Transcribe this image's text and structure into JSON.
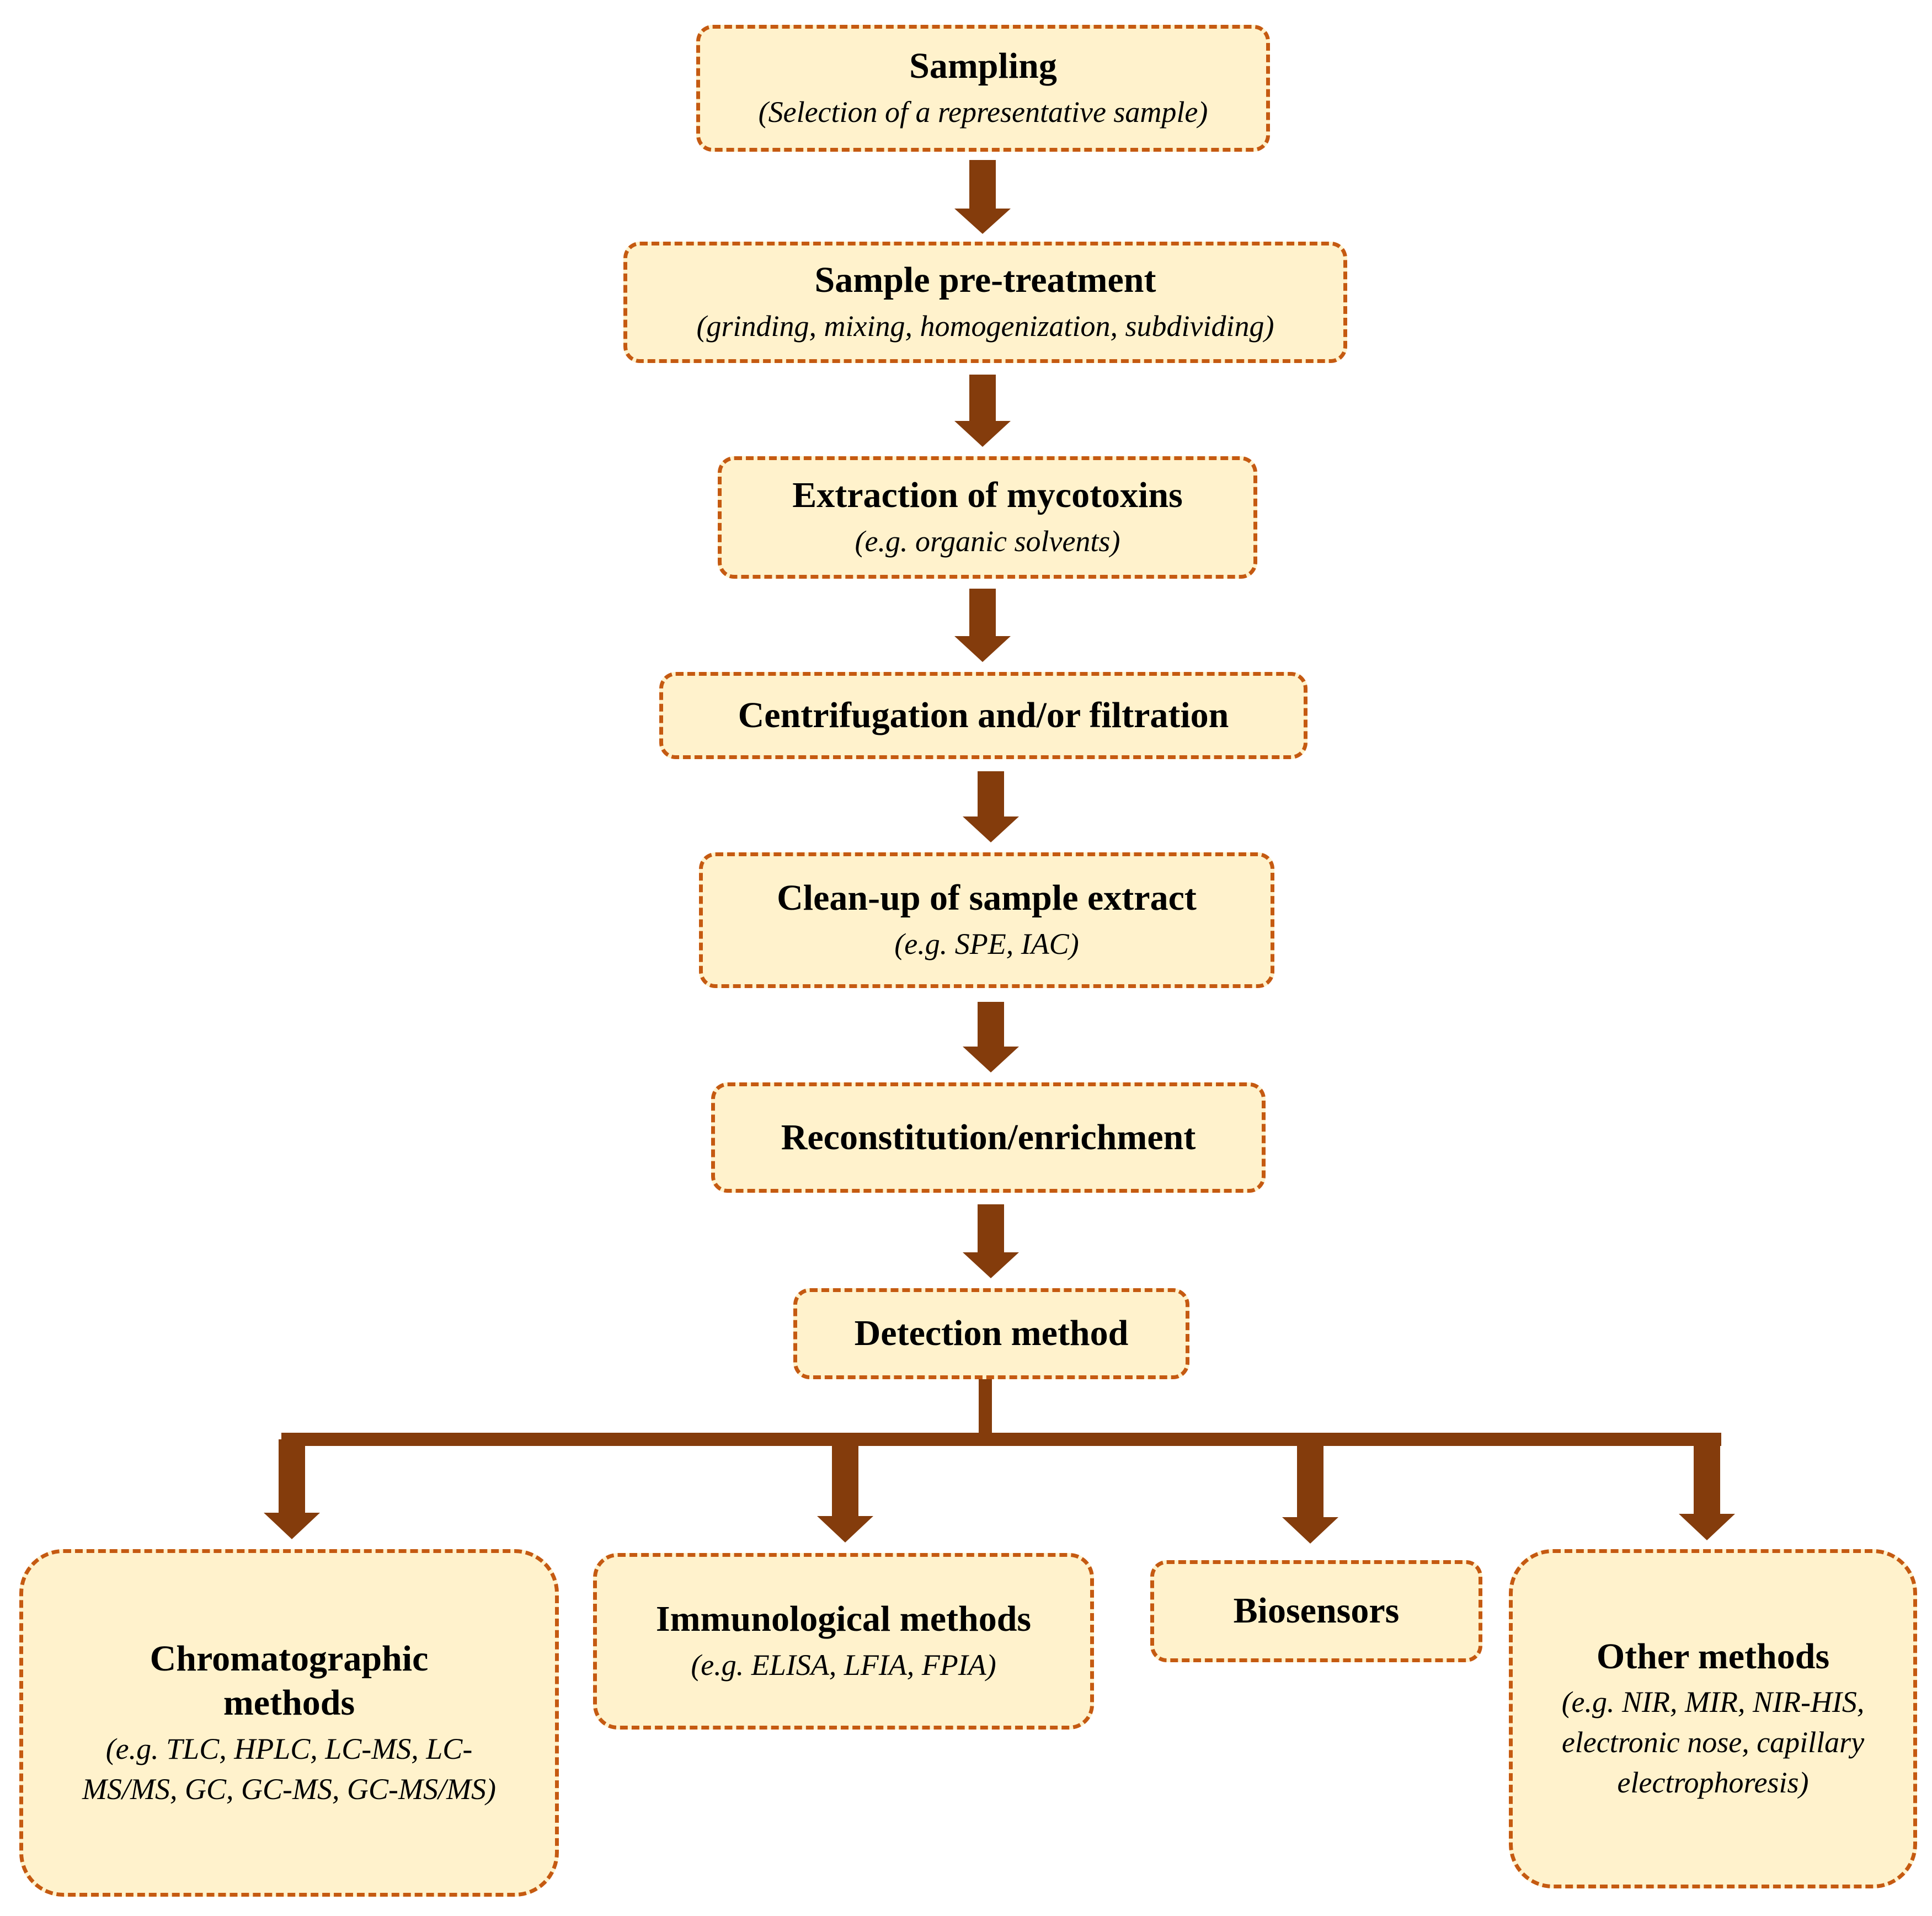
{
  "colors": {
    "box_fill": "#FFF2CC",
    "box_border": "#C55A11",
    "arrow": "#843C0C"
  },
  "steps": {
    "sampling": {
      "title": "Sampling",
      "sub": "(Selection of a representative sample)"
    },
    "pretreatment": {
      "title": "Sample pre-treatment",
      "sub": "(grinding, mixing, homogenization, subdividing)"
    },
    "extraction": {
      "title": "Extraction of mycotoxins",
      "sub": "(e.g. organic solvents)"
    },
    "centrifugation": {
      "title": "Centrifugation and/or filtration"
    },
    "cleanup": {
      "title": "Clean-up of sample extract",
      "sub": "(e.g. SPE, IAC)"
    },
    "reconstitution": {
      "title": "Reconstitution/enrichment"
    },
    "detection": {
      "title": "Detection method"
    }
  },
  "methods": {
    "chromatographic": {
      "title": "Chromatographic methods",
      "sub": "(e.g. TLC, HPLC, LC-MS, LC-MS/MS, GC, GC-MS, GC-MS/MS)"
    },
    "immunological": {
      "title": "Immunological methods",
      "sub": "(e.g. ELISA, LFIA, FPIA)"
    },
    "biosensors": {
      "title": "Biosensors"
    },
    "other": {
      "title": "Other methods",
      "sub": "(e.g. NIR, MIR, NIR-HIS, electronic nose, capillary electrophoresis)"
    }
  }
}
